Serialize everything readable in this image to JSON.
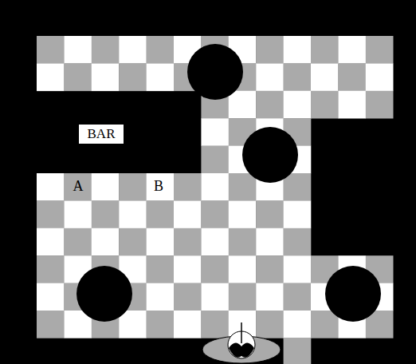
{
  "diagram": {
    "nodes": [
      {
        "text": [
          "BAR"
        ]
      }
    ],
    "labels": [
      "A",
      "B"
    ]
  }
}
